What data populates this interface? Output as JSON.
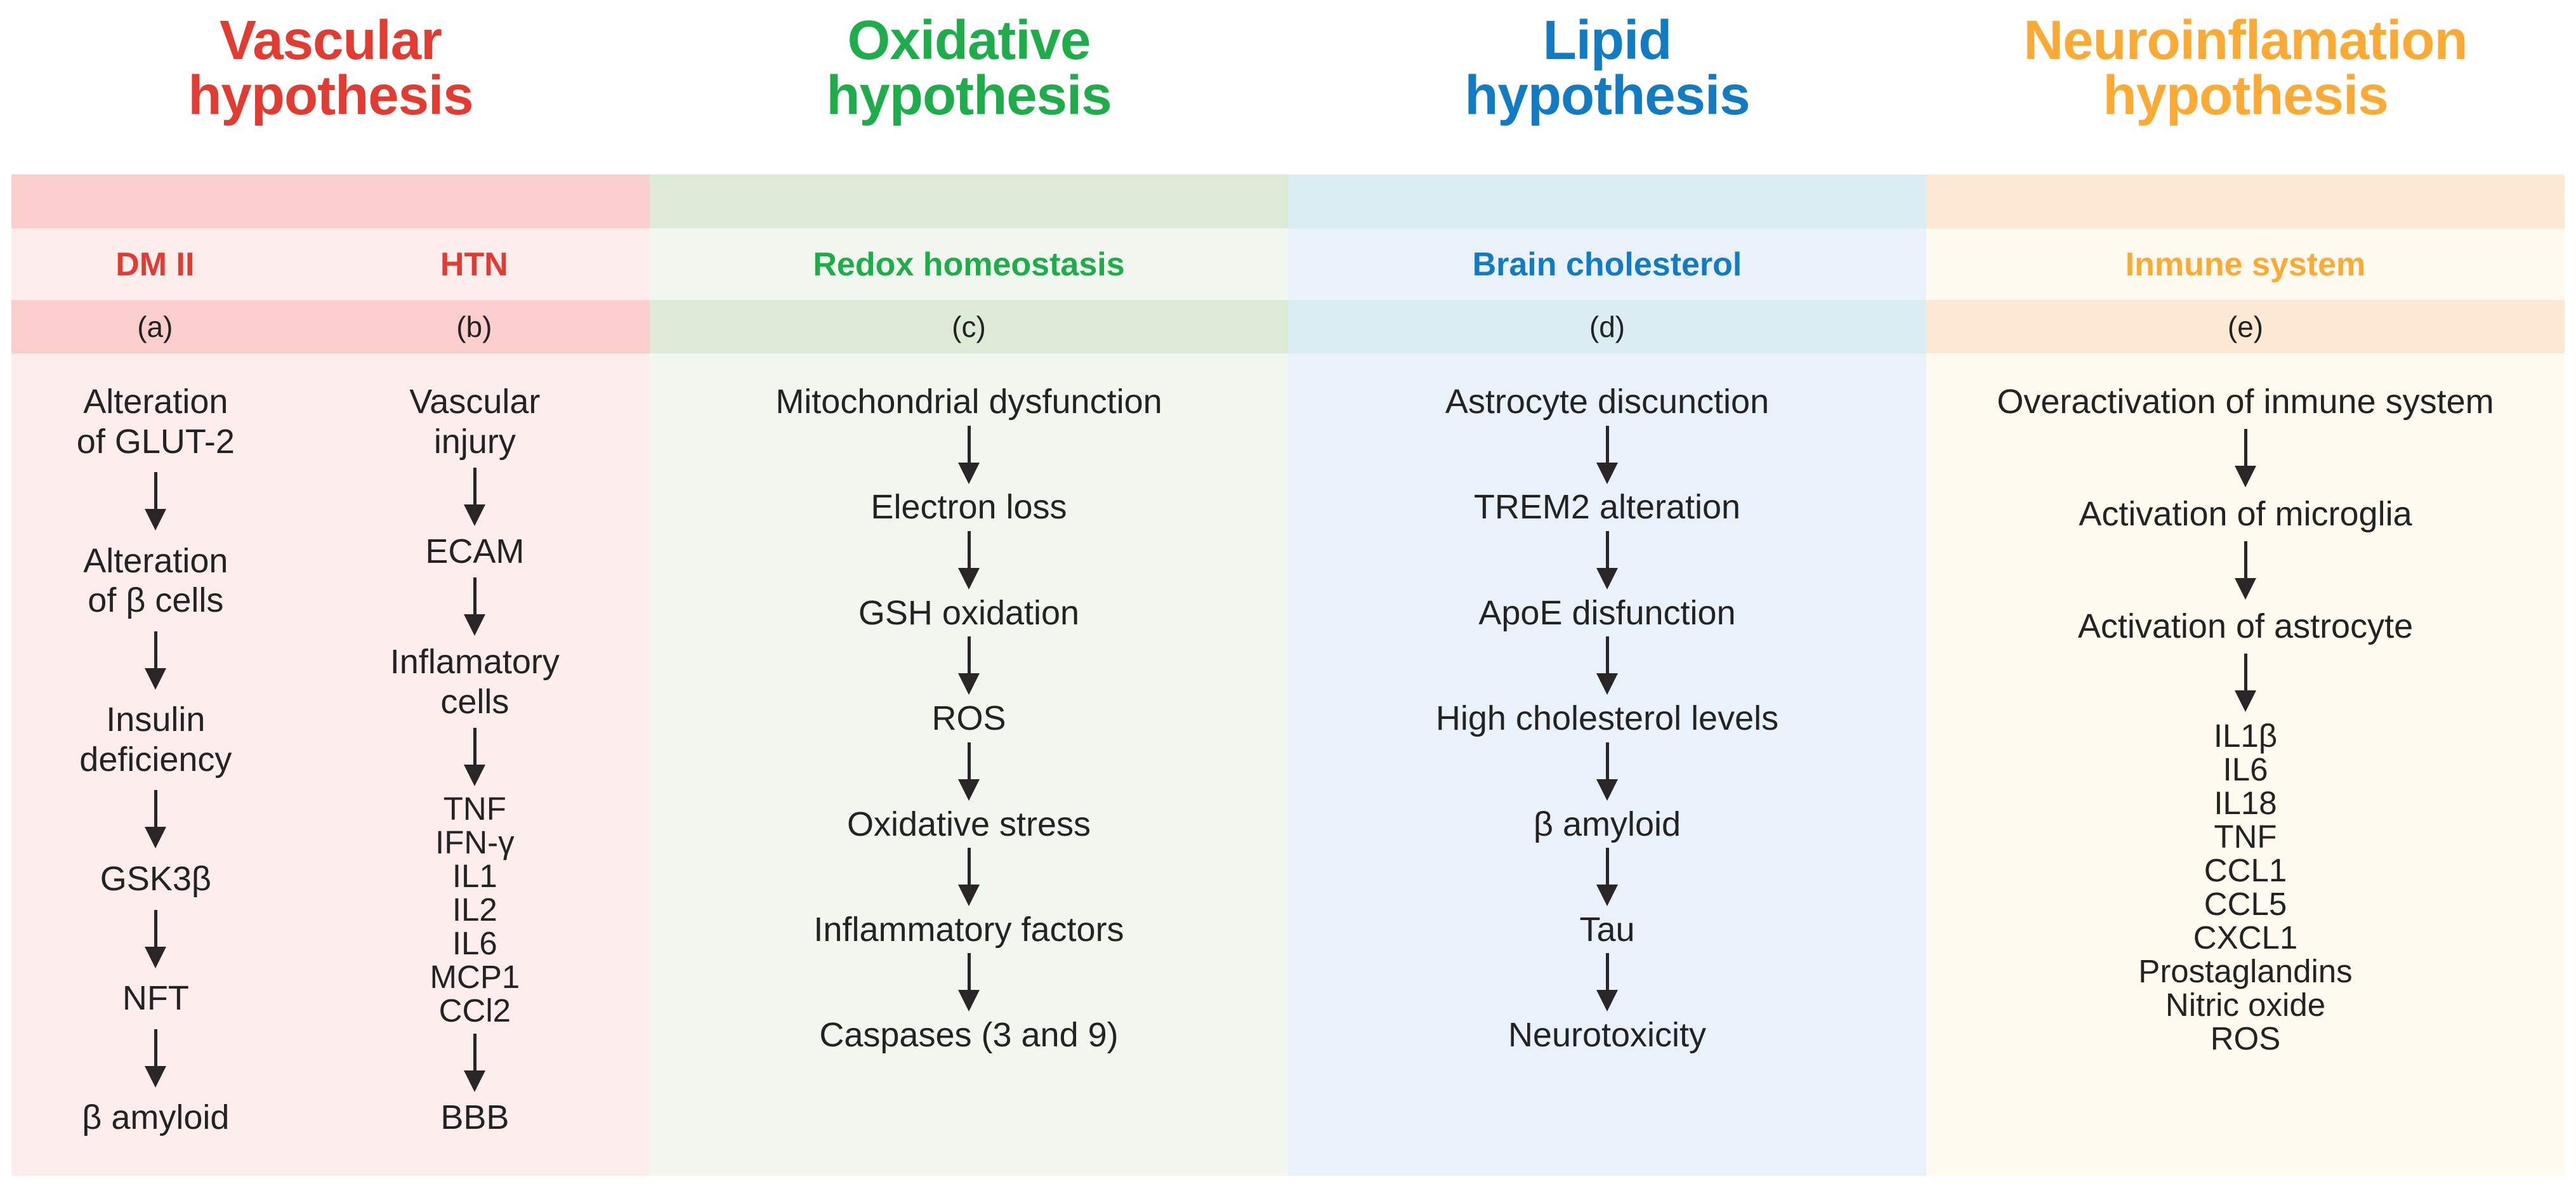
{
  "panels": [
    {
      "id": "vascular",
      "title": [
        "Vascular",
        "hypothesis"
      ],
      "accent": "#e23b31",
      "band_dark": "#fccdcd",
      "band_light": "#fdedec",
      "chains": [
        {
          "width": 45,
          "subheader": "DM II",
          "letter": "(a)",
          "steps": [
            [
              "Alteration",
              "of GLUT-2"
            ],
            [
              "Alteration",
              "of β cells"
            ],
            [
              "Insulin",
              "deficiency"
            ],
            [
              "GSK3β"
            ],
            [
              "NFT"
            ],
            [
              "β amyloid"
            ]
          ]
        },
        {
          "width": 55,
          "subheader": "HTN",
          "letter": "(b)",
          "steps": [
            [
              "Vascular",
              "injury"
            ],
            [
              "ECAM"
            ],
            [
              "Inflamatory",
              "cells"
            ],
            [
              "TNF",
              "IFN-γ",
              "IL1",
              "IL2",
              "IL6",
              "MCP1",
              "CCl2"
            ],
            [
              "BBB"
            ]
          ]
        }
      ]
    },
    {
      "id": "oxidative",
      "title": [
        "Oxidative",
        "hypothesis"
      ],
      "accent": "#1fad4b",
      "band_dark": "#dcead7",
      "band_light": "#f1f6ee",
      "chains": [
        {
          "width": 100,
          "subheader": "Redox homeostasis",
          "letter": "(c)",
          "steps": [
            [
              "Mitochondrial dysfunction"
            ],
            [
              "Electron loss"
            ],
            [
              "GSH oxidation"
            ],
            [
              "ROS"
            ],
            [
              "Oxidative stress"
            ],
            [
              "Inflammatory factors"
            ],
            [
              "Caspases (3 and 9)"
            ]
          ]
        }
      ]
    },
    {
      "id": "lipid",
      "title": [
        "Lipid",
        "hypothesis"
      ],
      "accent": "#137ac4",
      "band_dark": "#d9edf3",
      "band_light": "#e9f2fa",
      "chains": [
        {
          "width": 100,
          "subheader": "Brain cholesterol",
          "letter": "(d)",
          "steps": [
            [
              "Astrocyte discunction"
            ],
            [
              "TREM2 alteration"
            ],
            [
              "ApoE disfunction"
            ],
            [
              "High cholesterol levels"
            ],
            [
              "β amyloid"
            ],
            [
              "Tau"
            ],
            [
              "Neurotoxicity"
            ]
          ]
        }
      ]
    },
    {
      "id": "neuroinflamation",
      "title": [
        "Neuroinflamation",
        "hypothesis"
      ],
      "accent": "#fbab35",
      "band_dark": "#fde8d4",
      "band_light": "#fffaf0",
      "chains": [
        {
          "width": 100,
          "subheader": "Inmune system",
          "letter": "(e)",
          "steps": [
            [
              "Overactivation of inmune system"
            ],
            [
              "Activation of microglia"
            ],
            [
              "Activation of astrocyte"
            ],
            [
              "IL1β",
              "IL6",
              "IL18",
              "TNF",
              "CCL1",
              "CCL5",
              "CXCL1",
              "Prostaglandins",
              "Nitric oxide",
              "ROS"
            ]
          ]
        }
      ]
    }
  ]
}
